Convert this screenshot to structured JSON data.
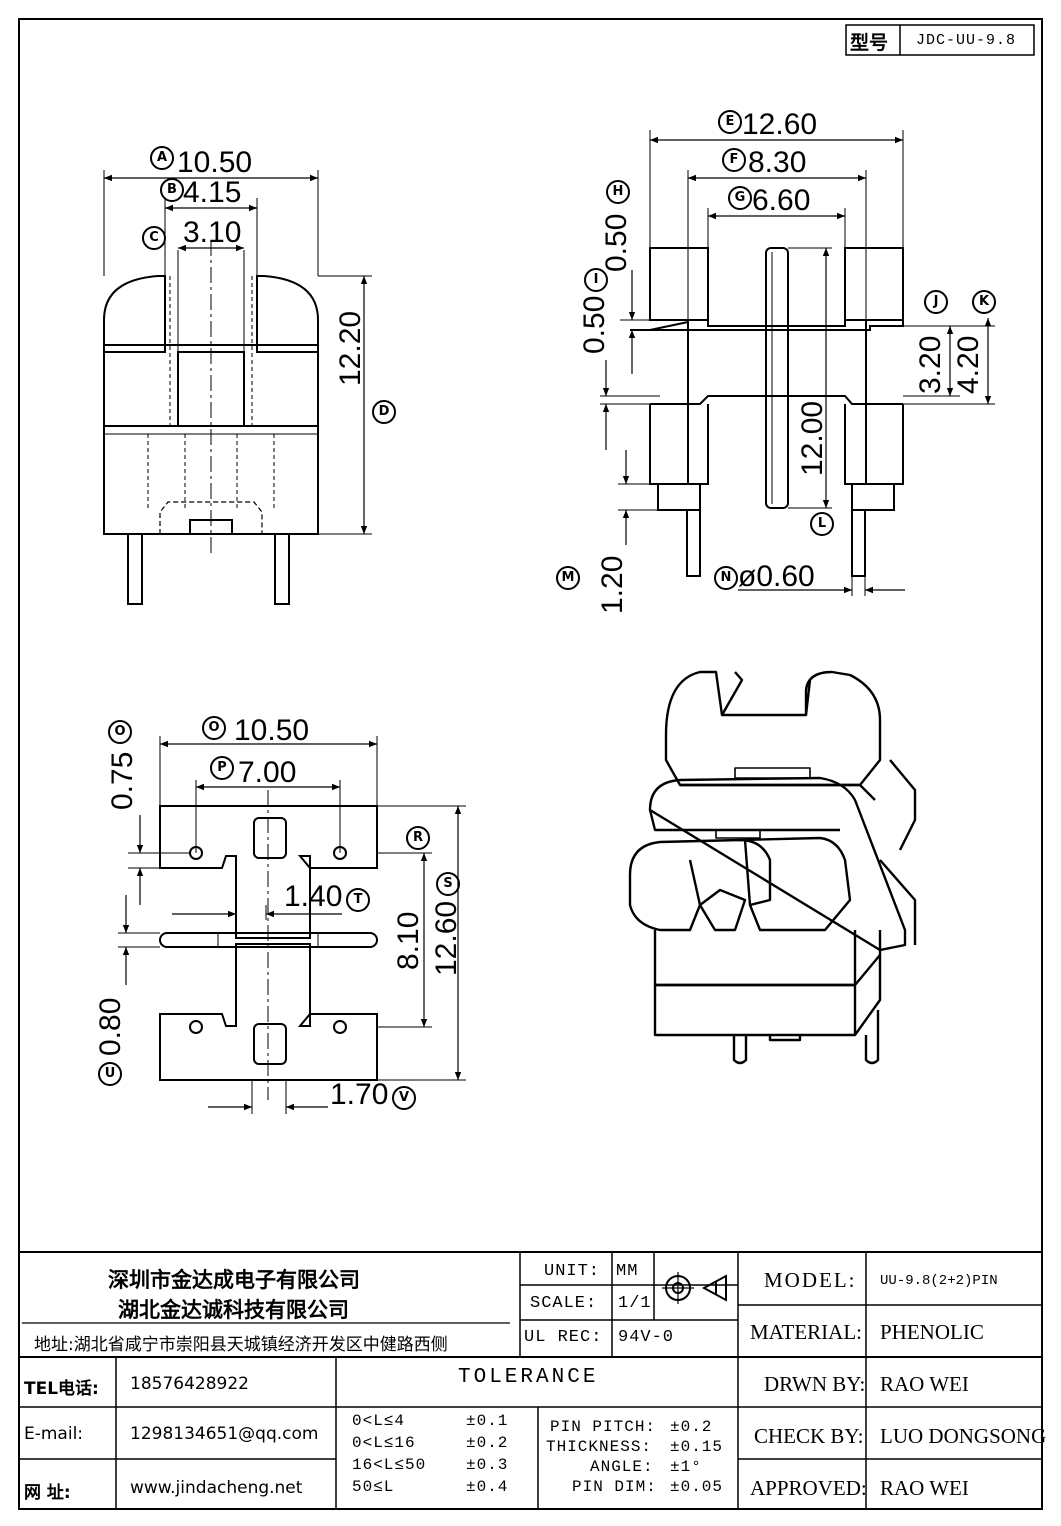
{
  "model_code": {
    "label": "型号",
    "value": "JDC-UU-9.8"
  },
  "dimensions": {
    "A": "10.50",
    "B": "4.15",
    "C": "3.10",
    "D": "12.20",
    "E": "12.60",
    "F": "8.30",
    "G": "6.60",
    "H": "0.50",
    "I": "0.50",
    "J": "3.20",
    "K": "4.20",
    "L": "12.00",
    "M": "1.20",
    "N": "ø0.60",
    "O": "10.50",
    "P": "7.00",
    "Q": "0.75",
    "R": "8.10",
    "S": "12.60",
    "T": "1.40",
    "U": "0.80",
    "V": "1.70"
  },
  "markers": {
    "A": "A",
    "B": "B",
    "C": "C",
    "D": "D",
    "E": "E",
    "F": "F",
    "G": "G",
    "H": "H",
    "I": "I",
    "J": "J",
    "K": "K",
    "L": "L",
    "M": "M",
    "N": "N",
    "O1": "O",
    "O2": "O",
    "P": "P",
    "R": "R",
    "S": "S",
    "T": "T",
    "U": "U",
    "V": "V"
  },
  "company": {
    "name1": "深圳市金达成电子有限公司",
    "name2": "湖北金达诚科技有限公司",
    "address": "地址:湖北省咸宁市崇阳县天城镇经济开发区中健路西侧"
  },
  "contact": {
    "tel_label": "TEL电话:",
    "tel": "18576428922",
    "email_label": "E-mail:",
    "email": "1298134651@qq.com",
    "web_label": "网    址:",
    "web": "www.jindacheng.net"
  },
  "specs": {
    "unit_label": "UNIT:",
    "unit": "MM",
    "scale_label": "SCALE:",
    "scale": "1/1",
    "ul_label": "UL REC:",
    "ul": "94V-0"
  },
  "tolerance": {
    "title": "TOLERANCE",
    "rows": [
      {
        "range": "0<L≤4",
        "tol": "±0.1"
      },
      {
        "range": "0<L≤16",
        "tol": "±0.2"
      },
      {
        "range": "16<L≤50",
        "tol": "±0.3"
      },
      {
        "range": "50≤L",
        "tol": "±0.4"
      }
    ],
    "extra": [
      {
        "label": "PIN PITCH:",
        "tol": "±0.2"
      },
      {
        "label": "THICKNESS:",
        "tol": "±0.15"
      },
      {
        "label": "ANGLE:",
        "tol": "±1°"
      },
      {
        "label": "PIN DIM:",
        "tol": "±0.05"
      }
    ]
  },
  "info": {
    "model_label": "MODEL:",
    "model": "UU-9.8(2+2)PIN",
    "material_label": "MATERIAL:",
    "material": "PHENOLIC",
    "drawn_label": "DRWN BY:",
    "drawn": "RAO WEI",
    "check_label": "CHECK BY:",
    "check": "LUO DONGSONG",
    "approved_label": "APPROVED:",
    "approved": "RAO WEI"
  }
}
